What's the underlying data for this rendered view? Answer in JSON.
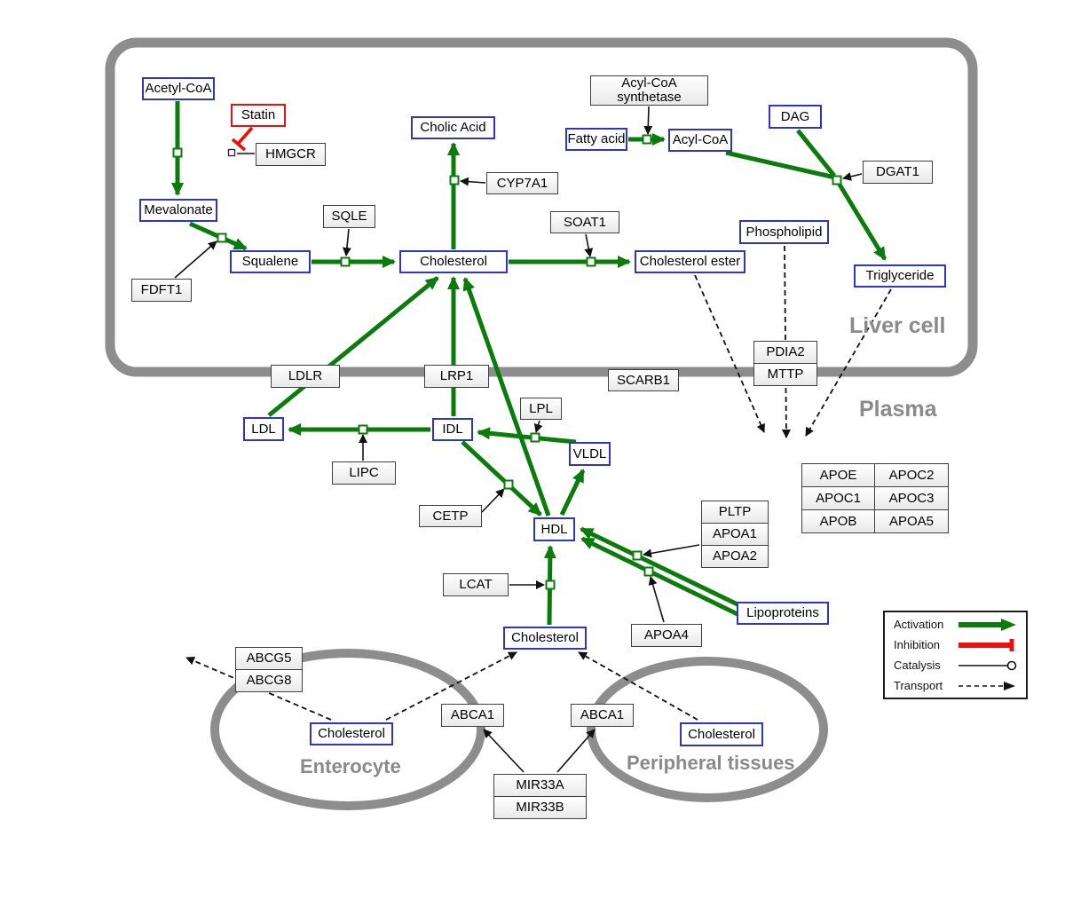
{
  "regions": {
    "liver_cell": "Liver cell",
    "plasma": "Plasma",
    "enterocyte": "Enterocyte",
    "peripheral": "Peripheral tissues"
  },
  "nodes": {
    "acetyl_coa": "Acetyl-CoA",
    "statin": "Statin",
    "hmgcr": "HMGCR",
    "mevalonate": "Mevalonate",
    "fdft1": "FDFT1",
    "squalene": "Squalene",
    "sqle": "SQLE",
    "cholesterol_liver": "Cholesterol",
    "cholic_acid": "Cholic Acid",
    "cyp7a1": "CYP7A1",
    "soat1": "SOAT1",
    "cholesterol_ester": "Cholesterol ester",
    "fatty_acid": "Fatty acid",
    "acyl_coa": "Acyl-CoA",
    "acyl_coa_synthetase_line1": "Acyl-CoA",
    "acyl_coa_synthetase_line2": "synthetase",
    "dag": "DAG",
    "dgat1": "DGAT1",
    "phospholipid": "Phospholipid",
    "triglyceride": "Triglyceride",
    "ldlr": "LDLR",
    "lrp1": "LRP1",
    "scarb1": "SCARB1",
    "pdia2": "PDIA2",
    "mttp": "MTTP",
    "ldl": "LDL",
    "idl": "IDL",
    "vldl": "VLDL",
    "hdl": "HDL",
    "lpl": "LPL",
    "lipc": "LIPC",
    "cetp": "CETP",
    "lcat": "LCAT",
    "cholesterol_plasma": "Cholesterol",
    "lipoproteins": "Lipoproteins",
    "pltp": "PLTP",
    "apoa1": "APOA1",
    "apoa2": "APOA2",
    "apoa4": "APOA4",
    "abcg5": "ABCG5",
    "abcg8": "ABCG8",
    "cholesterol_enterocyte": "Cholesterol",
    "abca1_left": "ABCA1",
    "abca1_right": "ABCA1",
    "cholesterol_peripheral": "Cholesterol",
    "mir33a": "MIR33A",
    "mir33b": "MIR33B"
  },
  "apo_table": [
    [
      "APOE",
      "APOC2"
    ],
    [
      "APOC1",
      "APOC3"
    ],
    [
      "APOB",
      "APOA5"
    ]
  ],
  "legend": {
    "activation": "Activation",
    "inhibition": "Inhibition",
    "catalysis": "Catalysis",
    "transport": "Transport"
  },
  "edges": [
    "Acetyl-CoA → Mevalonate (activation, catalyzed by HMGCR, inhibited by Statin)",
    "Mevalonate → Squalene (activation, catalyzed by FDFT1)",
    "Squalene → Cholesterol (activation, catalyzed by SQLE)",
    "Cholesterol → Cholic Acid (activation, catalyzed by CYP7A1)",
    "Cholesterol → Cholesterol ester (activation, catalyzed by SOAT1)",
    "Fatty acid → Acyl-CoA (activation, catalyzed by Acyl-CoA synthetase)",
    "Acyl-CoA + DAG → Triglyceride (activation, catalyzed by DGAT1)",
    "LDL → Cholesterol [liver] via LDLR (activation)",
    "IDL → Cholesterol [liver] via LRP1 (activation)",
    "HDL → Cholesterol [liver] (activation)",
    "IDL → LDL (activation, catalyzed by LIPC)",
    "VLDL → IDL (activation, catalyzed by LPL)",
    "HDL → VLDL (activation)",
    "IDL → HDL (activation, catalyzed by CETP)",
    "Lipoproteins → HDL (activation, catalyzed by PLTP/APOA1/APOA2 and APOA4)",
    "Cholesterol [plasma] → HDL (activation, catalyzed by LCAT)",
    "Cholesterol ester → plasma (transport)",
    "Phospholipid → plasma (transport, via PDIA2/MTTP)",
    "Triglyceride → plasma (transport)",
    "Cholesterol [enterocyte] → out via ABCG5/ABCG8 (transport)",
    "Cholesterol [enterocyte] → Cholesterol [plasma] via ABCA1 (transport)",
    "Cholesterol [peripheral tissues] → Cholesterol [plasma] via ABCA1 (transport)",
    "MIR33A/MIR33B → ABCA1 (both)"
  ],
  "colors": {
    "metabolite_border": "#2d35c4",
    "activation_green": "#0b7c0b",
    "inhibition_red": "#e81010",
    "membrane_gray": "#8d8d8d",
    "region_label_gray": "#8a8a8a"
  }
}
